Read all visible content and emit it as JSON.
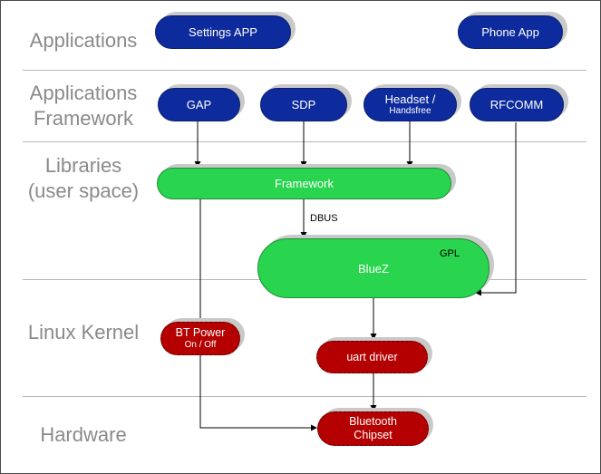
{
  "layers": [
    {
      "line1": "Applications",
      "line2": ""
    },
    {
      "line1": "Applications",
      "line2": "Framework"
    },
    {
      "line1": "Libraries",
      "line2": "(user space)"
    },
    {
      "line1": "Linux Kernel",
      "line2": ""
    },
    {
      "line1": "Hardware",
      "line2": ""
    }
  ],
  "nodes": {
    "settings_app": "Settings APP",
    "phone_app": "Phone App",
    "gap": "GAP",
    "sdp": "SDP",
    "headset": {
      "line1": "Headset /",
      "line2": "Handsfree"
    },
    "rfcomm": "RFCOMM",
    "framework": "Framework",
    "bluez": "BlueZ",
    "bt_power": {
      "line1": "BT Power",
      "line2": "On / Off"
    },
    "uart_driver": "uart driver",
    "bluetooth_chipset": {
      "line1": "Bluetooth",
      "line2": "Chipset"
    }
  },
  "annotations": {
    "dbus": "DBUS",
    "gpl": "GPL"
  },
  "colors": {
    "application_nodes": "#0d2b9c",
    "library_nodes": "#29d44e",
    "kernel_hardware_nodes": "#b40000",
    "layer_labels": "#8a8a8a"
  }
}
